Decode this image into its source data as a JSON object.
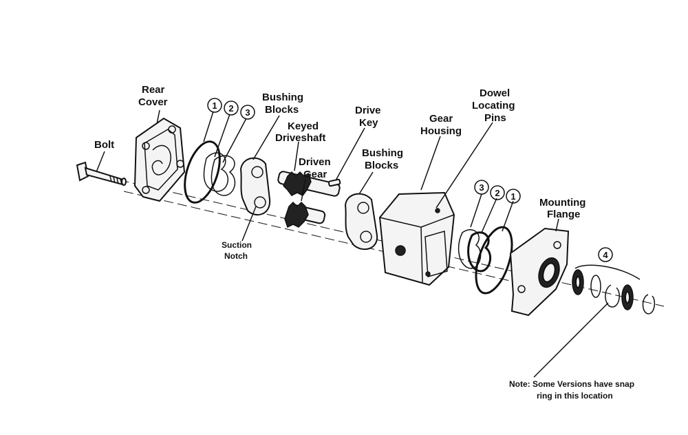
{
  "labels": {
    "bolt": "Bolt",
    "rear_cover_1": "Rear",
    "rear_cover_2": "Cover",
    "bushing_blocks_rear_1": "Bushing",
    "bushing_blocks_rear_2": "Blocks",
    "keyed_driveshaft_1": "Keyed",
    "keyed_driveshaft_2": "Driveshaft",
    "driven_gear_1": "Driven",
    "driven_gear_2": "Gear",
    "drive_key_1": "Drive",
    "drive_key_2": "Key",
    "bushing_blocks_front_1": "Bushing",
    "bushing_blocks_front_2": "Blocks",
    "gear_housing_1": "Gear",
    "gear_housing_2": "Housing",
    "dowel_pins_1": "Dowel",
    "dowel_pins_2": "Locating",
    "dowel_pins_3": "Pins",
    "suction_notch_1": "Suction",
    "suction_notch_2": "Notch",
    "mounting_flange_1": "Mounting",
    "mounting_flange_2": "Flange",
    "note_1": "Note: Some Versions have snap",
    "note_2": "ring in this location"
  },
  "callouts": {
    "rear_seal_1": "1",
    "rear_seal_2": "2",
    "rear_seal_3": "3",
    "front_seal_3": "3",
    "front_seal_2": "2",
    "front_seal_1": "1",
    "shaft_seal_kit": "4"
  }
}
